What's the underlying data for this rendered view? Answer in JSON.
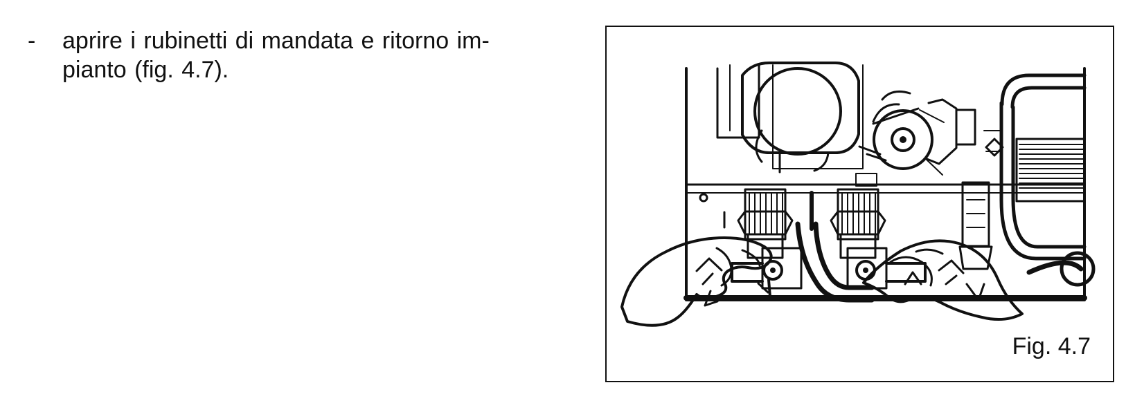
{
  "instruction": {
    "bullet": "-",
    "line_1": "aprire i rubinetti di mandata e ritorno im-",
    "line_2": "pianto (fig. 4.7)."
  },
  "figure": {
    "caption": "Fig. 4.7",
    "illustration": "two hands opening boiler supply and return valves"
  }
}
